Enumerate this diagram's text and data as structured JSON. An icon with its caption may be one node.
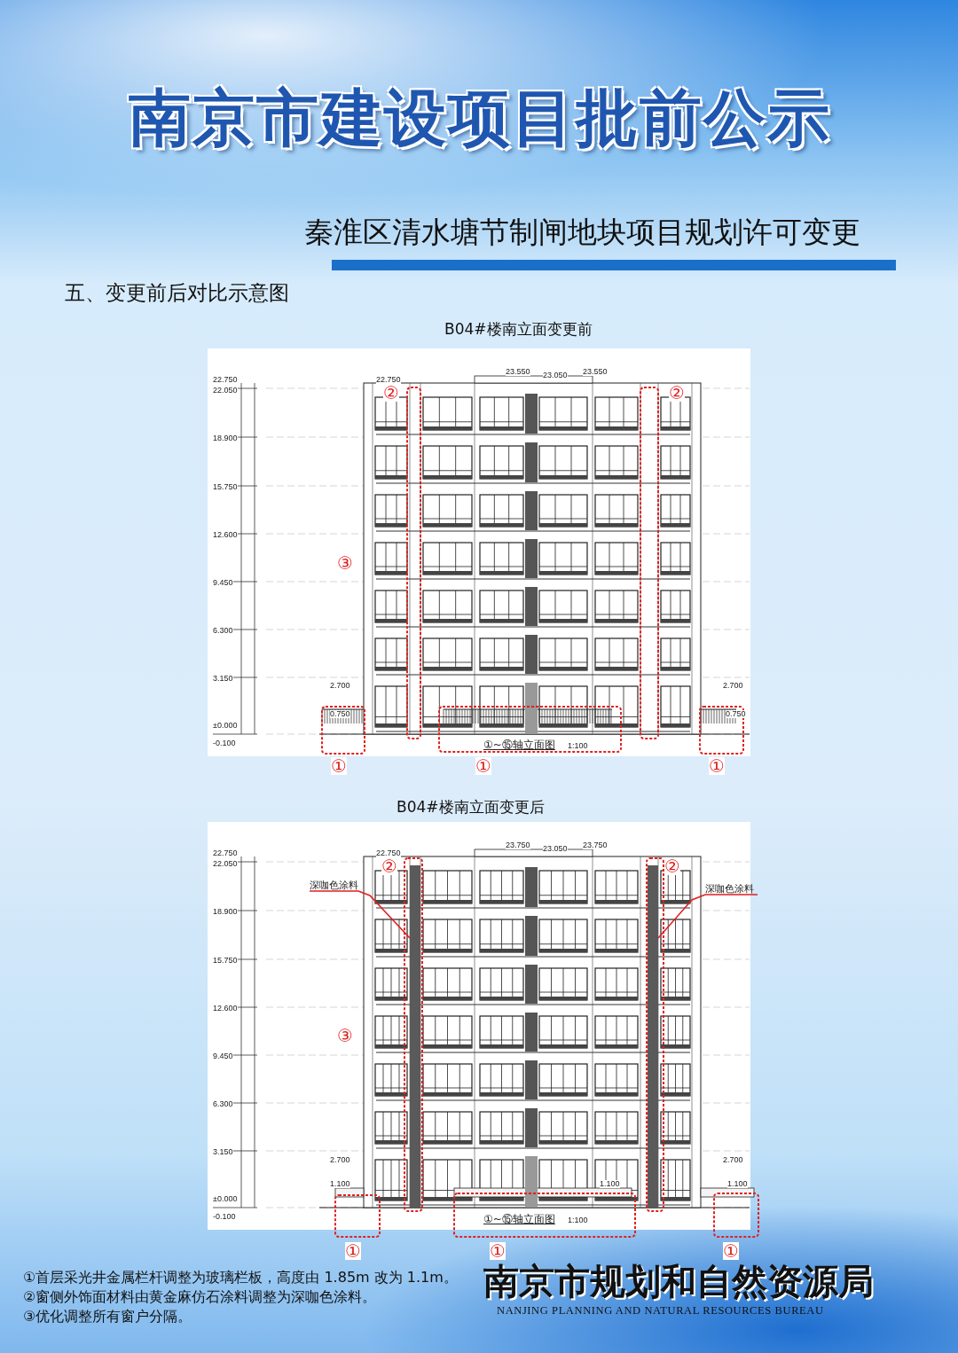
{
  "diagram": {
    "title": "南京市建设项目批前公示",
    "nodes": [
      {
        "text": [
          "深咖色涂料"
        ]
      },
      {
        "text": [
          "深咖色涂料"
        ]
      },
      {
        "text": [],
        "shape": "bar"
      },
      {
        "text": [],
        "shape": "bar"
      }
    ],
    "edges": [
      {
        "from": 0,
        "to": 2,
        "arrow": "none"
      },
      {
        "from": 1,
        "to": 3,
        "arrow": "none"
      }
    ],
    "labels": [
      "秦淮区清水塘节制闸地块项目规划许可变更",
      "五、变更前后对比示意图",
      "B04#楼南立面变更前",
      "22.750",
      "22.050",
      "18.900",
      "15.750",
      "12.600",
      "9.450",
      "6.300",
      "3.150",
      "±0.000",
      "-0.100",
      "22.750",
      "23.550",
      "23.050",
      "23.550",
      "2.700",
      "2.700",
      "0.750",
      "0.750",
      "②",
      "②",
      "③",
      "①~⑮轴立面图",
      "1:100",
      "①",
      "①",
      "①",
      "B04#楼南立面变更后",
      "22.750",
      "22.050",
      "18.900",
      "15.750",
      "12.600",
      "9.450",
      "6.300",
      "3.150",
      "±0.000",
      "-0.100",
      "22.750",
      "23.750",
      "23.050",
      "23.750",
      "2.700",
      "2.700",
      "1.100",
      "1.100",
      "1.100",
      "②",
      "②",
      "③",
      "①~⑮轴立面图",
      "1:100",
      "①",
      "①",
      "①",
      "①首层采光井金属栏杆调整为玻璃栏板，高度由 1.85m 改为 1.1m。",
      "②窗侧外饰面材料由黄金麻仿石涂料调整为深咖色涂料。",
      "③优化调整所有窗户分隔。",
      "南京市规划和自然资源局",
      "NANJING PLANNING AND NATURAL RESOURCES BUREAU"
    ]
  }
}
